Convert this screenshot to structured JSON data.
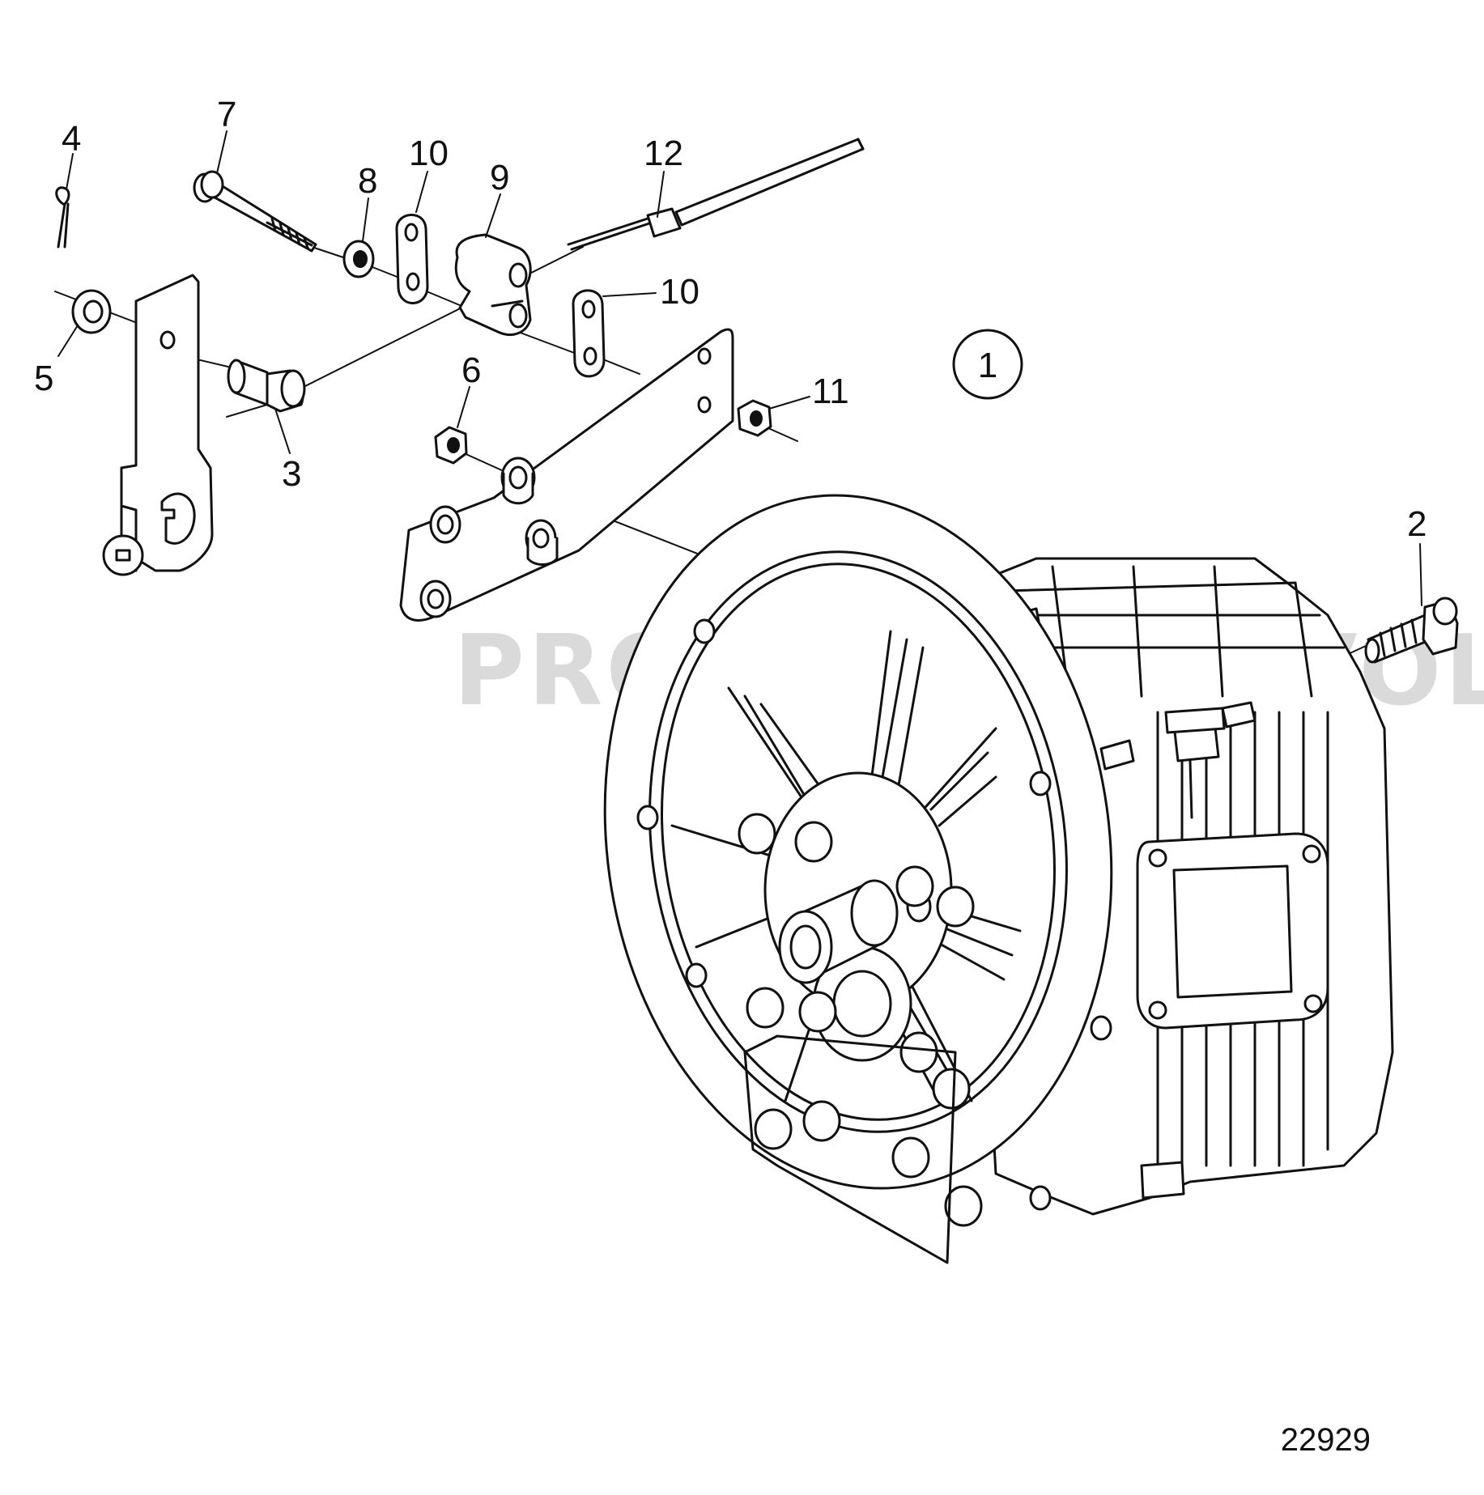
{
  "drawing_number": "22929",
  "watermark": "PROPERTY OF VOLVO PENTA",
  "assembly_ref": "1",
  "callouts": [
    "2",
    "3",
    "4",
    "5",
    "6",
    "7",
    "8",
    "9",
    "10",
    "10",
    "11",
    "12"
  ]
}
